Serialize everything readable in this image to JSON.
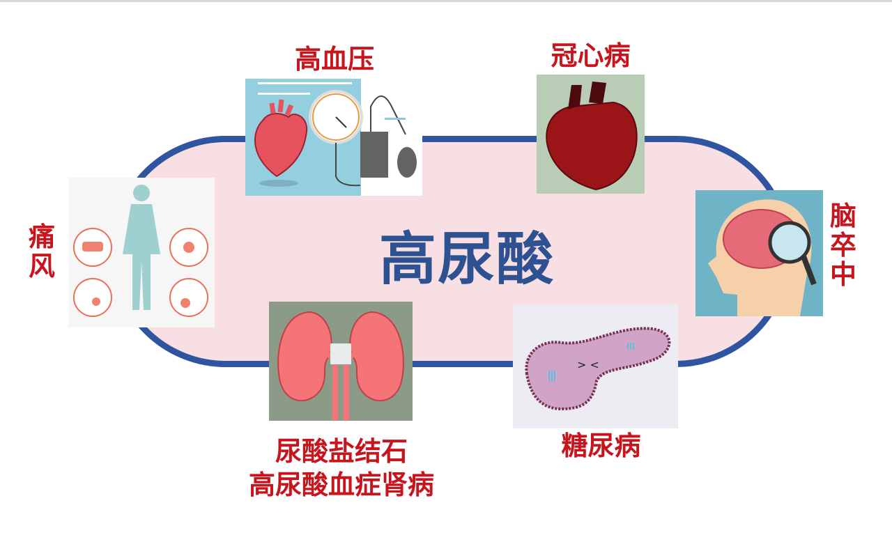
{
  "center_title": "高尿酸",
  "colors": {
    "ring": "#2f55a0",
    "ring_fill": "#f8dfe3",
    "title": "#2e5192",
    "label": "#c8141c"
  },
  "conditions": [
    {
      "label": "高血压",
      "icon": "blood-pressure-heart-icon"
    },
    {
      "label": "冠心病",
      "icon": "heart-icon"
    },
    {
      "label": "脑卒中",
      "icon": "brain-magnifier-icon"
    },
    {
      "label": "痛风",
      "icon": "gout-body-joints-icon"
    },
    {
      "label_line1": "尿酸盐结石",
      "label_line2": "高尿酸血症肾病",
      "icon": "kidney-icon"
    },
    {
      "label": "糖尿病",
      "icon": "pancreas-icon"
    }
  ]
}
